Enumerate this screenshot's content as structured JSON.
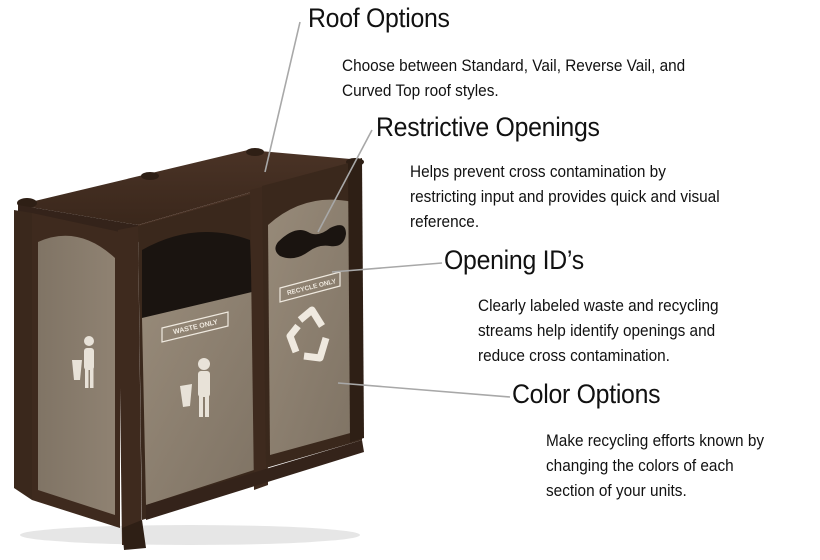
{
  "callouts": [
    {
      "title": "Roof Options",
      "lines": [
        "Choose between Standard, Vail, Reverse Vail, and",
        "Curved Top roof styles."
      ]
    },
    {
      "title": "Restrictive Openings",
      "lines": [
        "Helps prevent cross contamination by",
        "restricting input and provides quick and visual",
        "reference."
      ]
    },
    {
      "title": "Opening ID’s",
      "lines": [
        "Clearly labeled waste and recycling",
        "streams help identify openings and",
        "reduce cross contamination."
      ]
    },
    {
      "title": "Color Options",
      "lines": [
        "Make recycling efforts known by",
        "changing the colors of each",
        "section of your units."
      ]
    }
  ],
  "bin": {
    "waste_label": "WASTE ONLY",
    "recycle_label": "RECYCLE ONLY",
    "colors": {
      "frame": "#3e2a1e",
      "frame_light": "#5a3e2c",
      "frame_dark": "#2a1c13",
      "panel": "#8b7e6e",
      "panel_light": "#9d907f",
      "panel_dark": "#6f6456",
      "opening": "#1a1410",
      "leader_line": "#a8a8a8"
    }
  }
}
